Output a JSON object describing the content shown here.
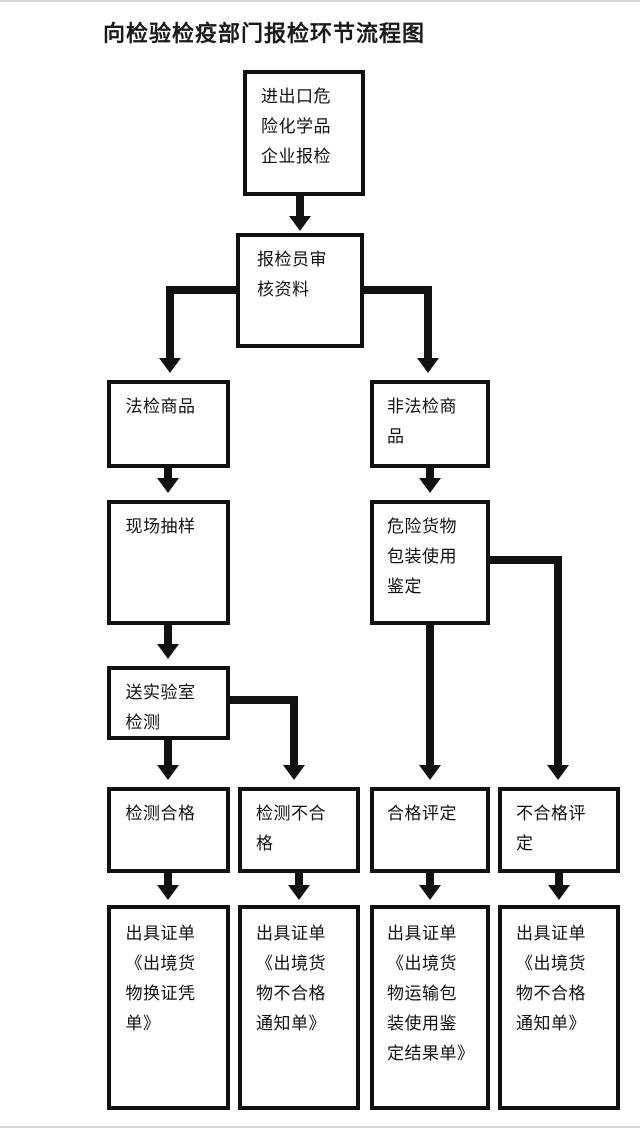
{
  "document": {
    "title": "向检验检疫部门报检环节流程图",
    "type": "flowchart",
    "background_color": "#ffffff",
    "line_color": "#111111",
    "text_color": "#111111"
  },
  "nodes": [
    {
      "id": "n1",
      "label": "进出口危险化学品企业报检",
      "row": 1,
      "column": "center"
    },
    {
      "id": "n2",
      "label": "报检员审核资料",
      "row": 2,
      "column": "center"
    },
    {
      "id": "n3",
      "label": "法检商品",
      "row": 3,
      "column": 1
    },
    {
      "id": "n4",
      "label": "非法检商品",
      "row": 3,
      "column": 3
    },
    {
      "id": "n5",
      "label": "现场抽样",
      "row": 4,
      "column": 1
    },
    {
      "id": "n6",
      "label": "危险货物包装使用鉴定",
      "row": 4,
      "column": 3
    },
    {
      "id": "n7",
      "label": "送实验室检测",
      "row": 5,
      "column": 1
    },
    {
      "id": "n8",
      "label": "检测合格",
      "row": 6,
      "column": 1
    },
    {
      "id": "n9",
      "label": "检测不合格",
      "row": 6,
      "column": 2
    },
    {
      "id": "n10",
      "label": "合格评定",
      "row": 6,
      "column": 3
    },
    {
      "id": "n11",
      "label": "不合格评定",
      "row": 6,
      "column": 4
    },
    {
      "id": "n12",
      "label": "出具证单《出境货物换证凭单》",
      "row": 7,
      "column": 1
    },
    {
      "id": "n13",
      "label": "出具证单《出境货物不合格通知单》",
      "row": 7,
      "column": 2
    },
    {
      "id": "n14",
      "label": "出具证单《出境货物运输包装使用鉴定结果单》",
      "row": 7,
      "column": 3
    },
    {
      "id": "n15",
      "label": "出具证单《出境货物不合格通知单》",
      "row": 7,
      "column": 4
    }
  ],
  "edges": [
    {
      "from": "n1",
      "to": "n2",
      "style": "straight-down"
    },
    {
      "from": "n2",
      "to": "n3",
      "style": "elbow-left"
    },
    {
      "from": "n2",
      "to": "n4",
      "style": "elbow-right"
    },
    {
      "from": "n3",
      "to": "n5",
      "style": "straight-down"
    },
    {
      "from": "n4",
      "to": "n6",
      "style": "straight-down"
    },
    {
      "from": "n5",
      "to": "n7",
      "style": "straight-down"
    },
    {
      "from": "n7",
      "to": "n8",
      "style": "straight-down"
    },
    {
      "from": "n7",
      "to": "n9",
      "style": "elbow-right"
    },
    {
      "from": "n6",
      "to": "n10",
      "style": "straight-down"
    },
    {
      "from": "n6",
      "to": "n11",
      "style": "elbow-right"
    },
    {
      "from": "n8",
      "to": "n12",
      "style": "straight-down"
    },
    {
      "from": "n9",
      "to": "n13",
      "style": "straight-down"
    },
    {
      "from": "n10",
      "to": "n14",
      "style": "straight-down"
    },
    {
      "from": "n11",
      "to": "n15",
      "style": "straight-down"
    }
  ]
}
